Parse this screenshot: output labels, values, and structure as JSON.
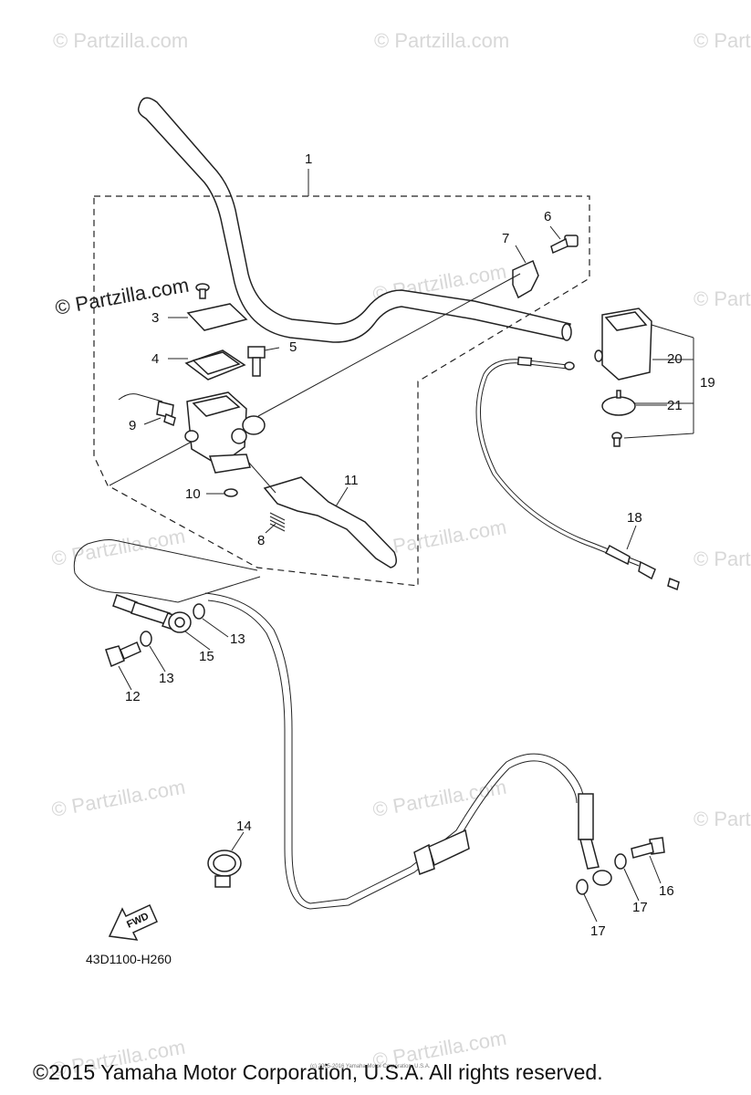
{
  "watermarks": {
    "text": "© Partzilla.com",
    "prominent": "© Partzilla.com"
  },
  "callouts": {
    "c1": "1",
    "c4": "4",
    "c5": "5",
    "c6": "6",
    "c7": "7",
    "c8": "8",
    "c9": "9",
    "c10": "10",
    "c11": "11",
    "c12": "12",
    "c13a": "13",
    "c13b": "13",
    "c14": "14",
    "c15": "15",
    "c16": "16",
    "c17a": "17",
    "c17b": "17",
    "c18": "18",
    "c19": "19",
    "c20": "20",
    "c21": "21",
    "c3": "3"
  },
  "diagram_code": "43D1100-H260",
  "fwd_label": "FWD",
  "tiny_copyright": "(c) 2005-2016 Yamaha Motor Corporation, U.S.A.",
  "copyright": "©2015 Yamaha Motor Corporation, U.S.A. All rights reserved.",
  "colors": {
    "ink": "#222222",
    "watermark": "#d8d8d8",
    "background": "#ffffff"
  }
}
